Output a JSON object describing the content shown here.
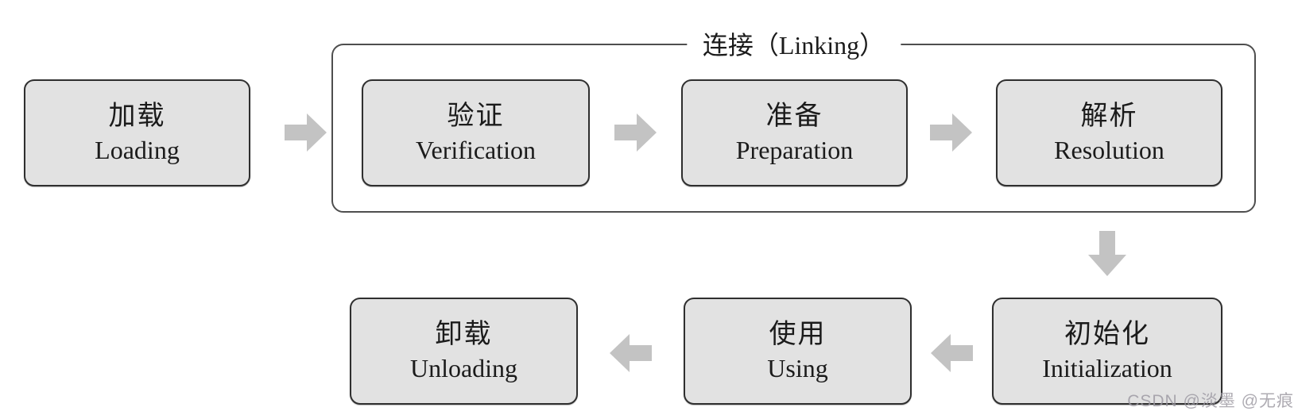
{
  "diagram": {
    "linking_group": {
      "label": "连接（Linking）"
    },
    "stages": [
      {
        "id": "loading",
        "zh": "加载",
        "en": "Loading"
      },
      {
        "id": "verification",
        "zh": "验证",
        "en": "Verification"
      },
      {
        "id": "preparation",
        "zh": "准备",
        "en": "Preparation"
      },
      {
        "id": "resolution",
        "zh": "解析",
        "en": "Resolution"
      },
      {
        "id": "initialization",
        "zh": "初始化",
        "en": "Initialization"
      },
      {
        "id": "using",
        "zh": "使用",
        "en": "Using"
      },
      {
        "id": "unloading",
        "zh": "卸载",
        "en": "Unloading"
      }
    ],
    "arrows": [
      {
        "from": "loading",
        "to": "verification",
        "direction": "right"
      },
      {
        "from": "verification",
        "to": "preparation",
        "direction": "right"
      },
      {
        "from": "preparation",
        "to": "resolution",
        "direction": "right"
      },
      {
        "from": "resolution",
        "to": "initialization",
        "direction": "down"
      },
      {
        "from": "initialization",
        "to": "using",
        "direction": "left"
      },
      {
        "from": "using",
        "to": "unloading",
        "direction": "left"
      }
    ],
    "colors": {
      "page_bg": "#ffffff",
      "box_fill": "#e2e2e2",
      "box_border": "#2f2f2f",
      "frame_border": "#4e4e4e",
      "arrow": "#c3c3c3",
      "text": "#1b1b1b",
      "watermark": "#9a97a0"
    }
  },
  "watermark": {
    "text": "CSDN @淡墨 @无痕"
  }
}
